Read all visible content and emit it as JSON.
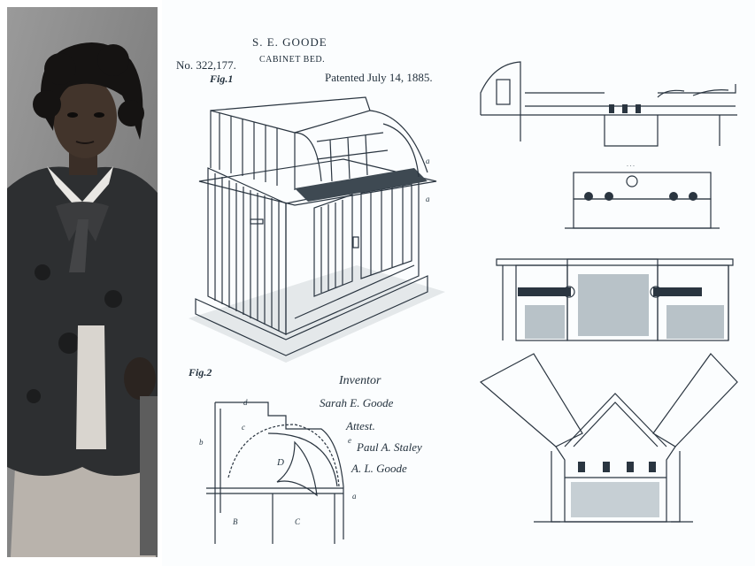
{
  "patent": {
    "inventor_name": "S. E. GOODE",
    "title": "CABINET BED.",
    "number": "No. 322,177.",
    "patented": "Patented July 14, 1885.",
    "fig1_label": "Fig.1",
    "fig2_label": "Fig.2",
    "inventor_heading": "Inventor",
    "inventor_signature": "Sarah E. Goode",
    "attest_heading": "Attest.",
    "witness_1": "Paul A. Staley",
    "witness_2": "A. L. Goode"
  },
  "fig2_letters": {
    "a": "a",
    "b": "b",
    "c": "c",
    "d": "d",
    "D": "D",
    "B": "B",
    "C": "C",
    "e": "e"
  },
  "colors": {
    "background": "#ffffff",
    "ink": "#2a3540",
    "photo_tone": "#7d7d7d"
  }
}
